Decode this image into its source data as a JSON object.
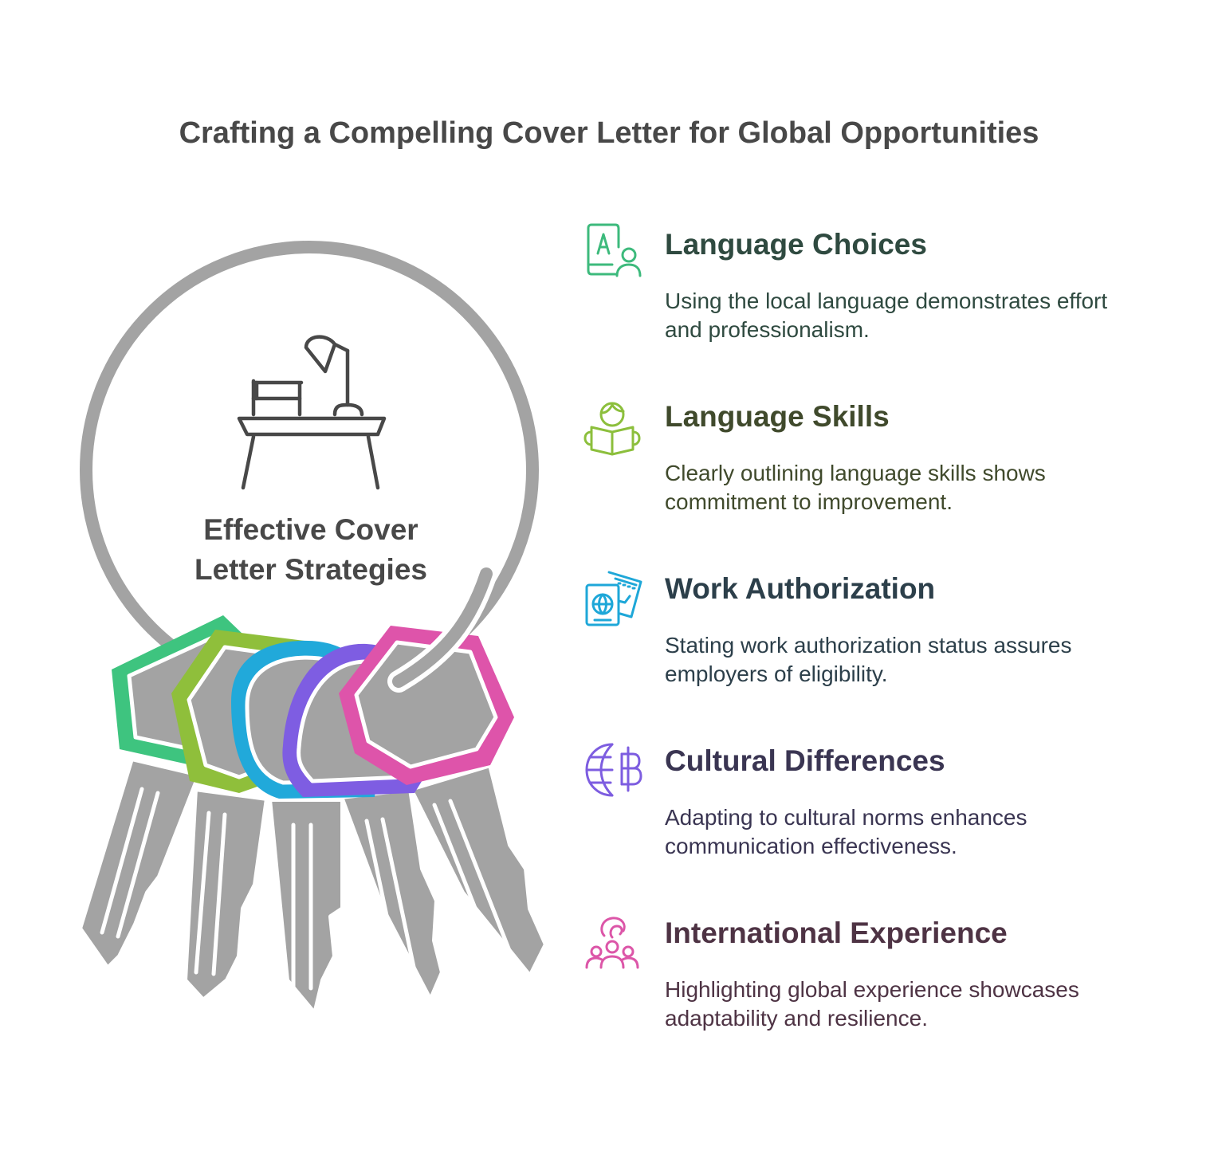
{
  "title": "Crafting a Compelling Cover Letter for Global Opportunities",
  "center_label": "Effective Cover Letter Strategies",
  "center_icon": "desk-lamp-books-icon",
  "items": [
    {
      "heading": "Language Choices",
      "text": "Using the local language demonstrates effort and professionalism.",
      "icon": "language-person-icon",
      "color": "#3dba7c",
      "text_color": "#2f4a40"
    },
    {
      "heading": "Language Skills",
      "text": "Clearly outlining language skills shows commitment to improvement.",
      "icon": "reading-book-icon",
      "color": "#8cbf3c",
      "text_color": "#404a2c"
    },
    {
      "heading": "Work Authorization",
      "text": "Stating work authorization status assures employers of eligibility.",
      "icon": "passport-ticket-icon",
      "color": "#1ea7d8",
      "text_color": "#2c3f4a"
    },
    {
      "heading": "Cultural Differences",
      "text": "Adapting to cultural norms enhances communication effectiveness.",
      "icon": "globe-baht-icon",
      "color": "#7d5de0",
      "text_color": "#3a3552"
    },
    {
      "heading": "International Experience",
      "text": "Highlighting global experience showcases adaptability and resilience.",
      "icon": "people-group-icon",
      "color": "#dc56a8",
      "text_color": "#4e3344"
    }
  ]
}
